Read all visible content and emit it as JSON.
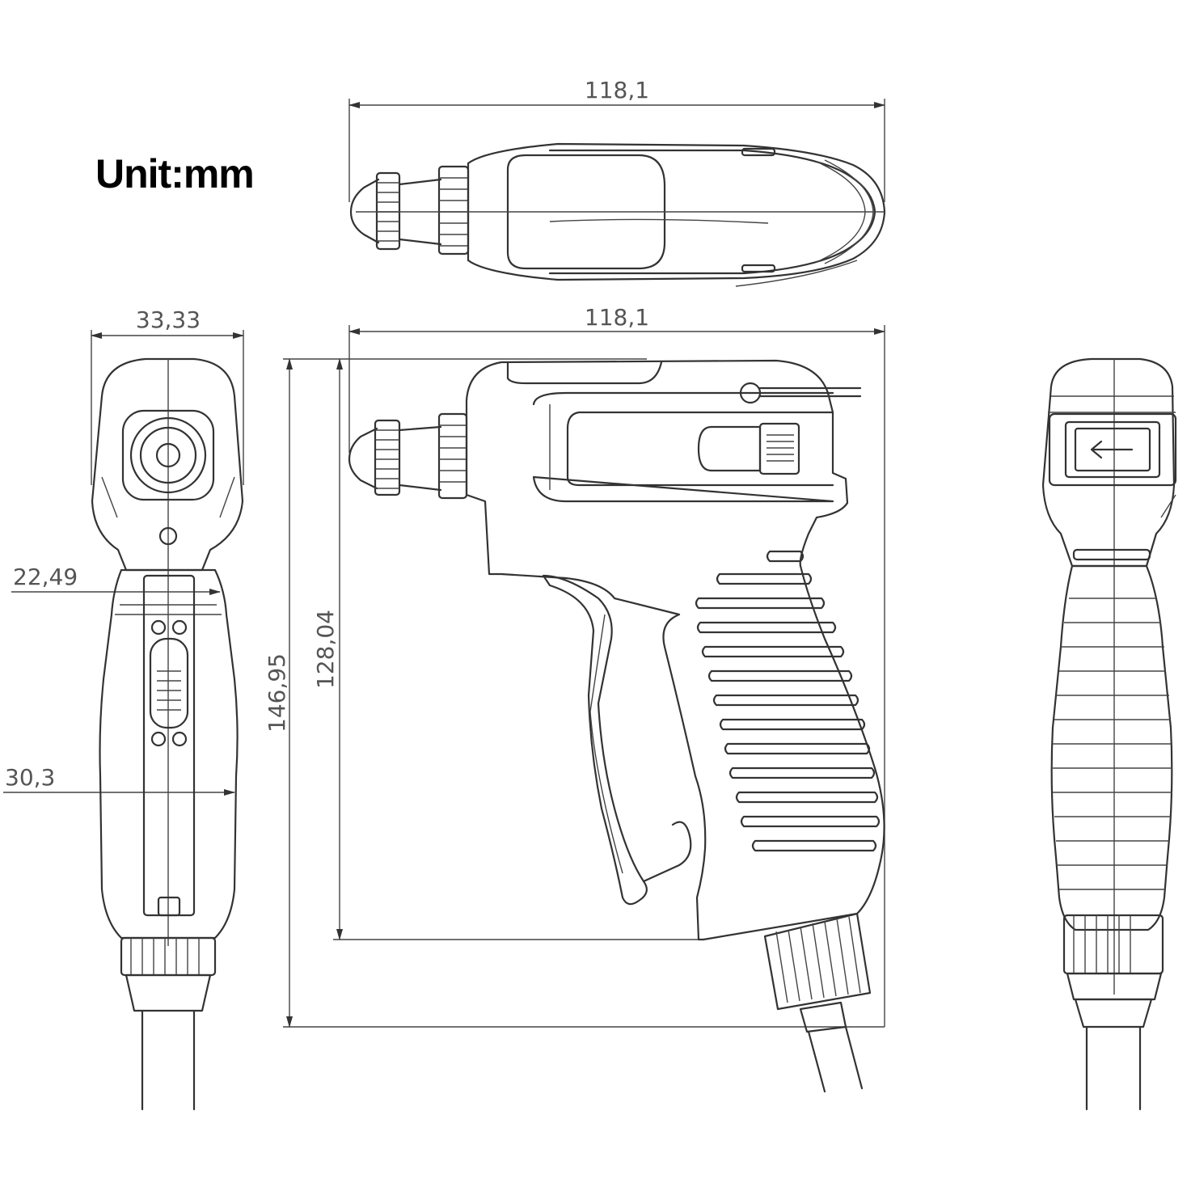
{
  "unit_label": "Unit:mm",
  "dimensions": {
    "top_view_length": "118,1",
    "side_view_length": "118,1",
    "front_view_width": "33,33",
    "front_width_upper": "22,49",
    "front_width_lower": "30,3",
    "overall_height": "146,95",
    "body_height": "128,04"
  },
  "colors": {
    "line": "#333333",
    "background": "#ffffff"
  }
}
